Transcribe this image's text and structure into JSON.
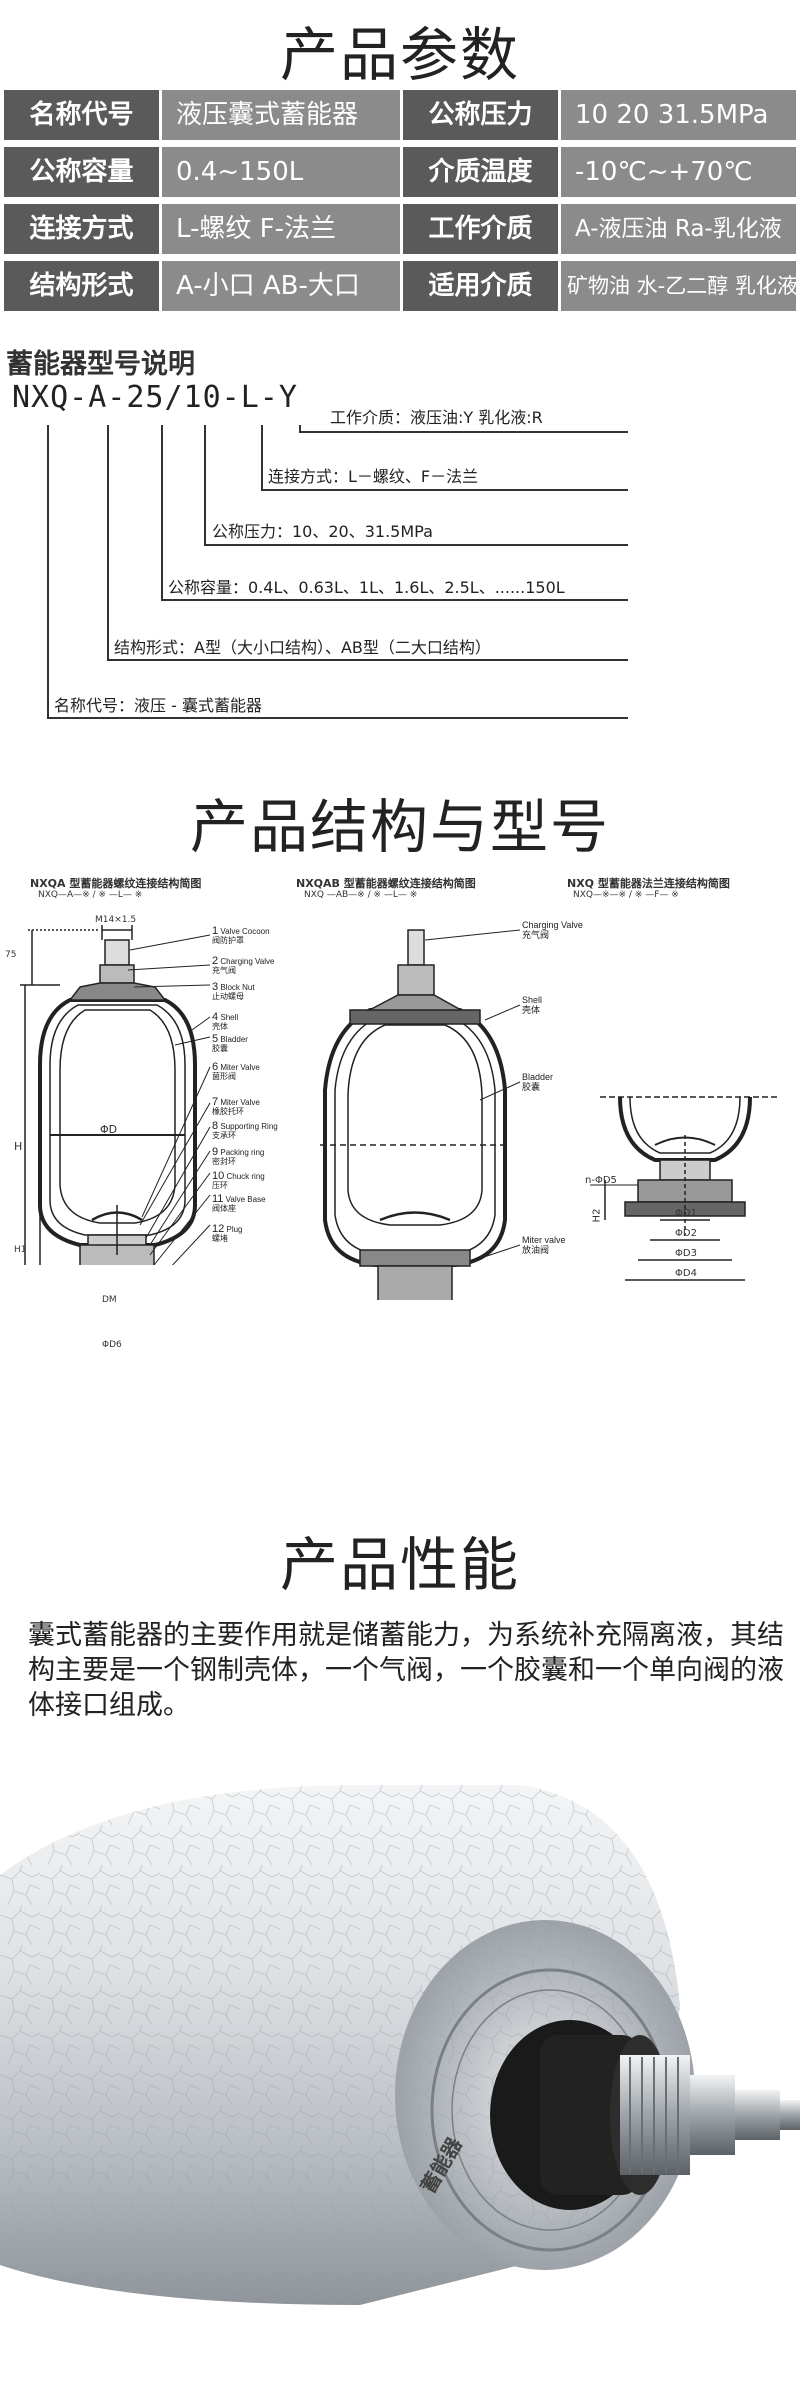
{
  "sections": {
    "params_title": "产品参数",
    "structure_title": "产品结构与型号",
    "performance_title": "产品性能"
  },
  "params": [
    {
      "k1": "名称代号",
      "v1": "液压囊式蓄能器",
      "k2": "公称压力",
      "v2": "10 20 31.5MPa"
    },
    {
      "k1": "公称容量",
      "v1": "0.4~150L",
      "k2": "介质温度",
      "v2": "-10℃~+70℃"
    },
    {
      "k1": "连接方式",
      "v1": "L-螺纹 F-法兰",
      "k2": "工作介质",
      "v2": "A-液压油 Ra-乳化液"
    },
    {
      "k1": "结构形式",
      "v1": "A-小口  AB-大口",
      "k2": "适用介质",
      "v2": "矿物油 水-乙二醇 乳化液"
    }
  ],
  "model_code": {
    "title": "蓄能器型号说明",
    "code": "NXQ-A-25/10-L-Y",
    "labels": [
      "工作介质：液压油:Y  乳化液:R",
      "连接方式：L－螺纹、F－法兰",
      "公称压力：10、20、31.5MPa",
      "公称容量：0.4L、0.63L、1L、1.6L、2.5L、......150L",
      "结构形式：A型（大小口结构）、AB型（二大口结构）",
      "名称代号：液压 - 囊式蓄能器"
    ]
  },
  "diagrams": {
    "captions": [
      {
        "title": "NXQA 型蓄能器螺纹连接结构简图",
        "sub": "NXQ—A—※ / ※ —L— ※"
      },
      {
        "title": "NXQAB 型蓄能器螺纹连接结构简图",
        "sub": "NXQ —AB—※ / ※ —L— ※"
      },
      {
        "title": "NXQ 型蓄能器法兰连接结构简图",
        "sub": "NXQ—※—※ / ※ —F— ※"
      }
    ],
    "d1_labels": [
      {
        "n": "1",
        "en": "Valve Cocoon",
        "cn": "阀防护罩"
      },
      {
        "n": "2",
        "en": "Charging Valve",
        "cn": "充气阀"
      },
      {
        "n": "3",
        "en": "Block Nut",
        "cn": "止动螺母"
      },
      {
        "n": "4",
        "en": "Shell",
        "cn": "壳体"
      },
      {
        "n": "5",
        "en": "Bladder",
        "cn": "胶囊"
      },
      {
        "n": "6",
        "en": "Miter Valve",
        "cn": "菌形阀"
      },
      {
        "n": "7",
        "en": "Miter Valve",
        "cn": "橡胶托环"
      },
      {
        "n": "8",
        "en": "Supporting Ring",
        "cn": "支承环"
      },
      {
        "n": "9",
        "en": "Packing ring",
        "cn": "密封环"
      },
      {
        "n": "10",
        "en": "Chuck ring",
        "cn": "压环"
      },
      {
        "n": "11",
        "en": "Valve Base",
        "cn": "阀体座"
      },
      {
        "n": "12",
        "en": "Plug",
        "cn": "螺堵"
      }
    ],
    "d1_dims": {
      "m14": "M14×1.5",
      "d75": "75",
      "phi_d": "ΦD",
      "h": "H",
      "h1": "H1",
      "dm": "DM",
      "phi_d6": "ΦD6"
    },
    "d2_labels": [
      {
        "en": "Charging Valve",
        "cn": "充气阀"
      },
      {
        "en": "Shell",
        "cn": "壳体"
      },
      {
        "en": "Bladder",
        "cn": "胶囊"
      },
      {
        "en": "Miter valve",
        "cn": "放油阀"
      }
    ],
    "d3_dims": {
      "n_d5": "n-ΦD5",
      "h2": "H2",
      "d1": "ΦD1",
      "d2": "ΦD2",
      "d3": "ΦD3",
      "d4": "ΦD4"
    }
  },
  "performance": {
    "text": "囊式蓄能器的主要作用就是储蓄能力，为系统补充隔离液，其结构主要是一个钢制壳体，一个气阀，一个胶囊和一个单向阀的液体接口组成。"
  },
  "photo": {
    "label_text": "蓄能器"
  },
  "colors": {
    "key_bg": "#5a5a5a",
    "val_bg": "#8b8b8b"
  }
}
